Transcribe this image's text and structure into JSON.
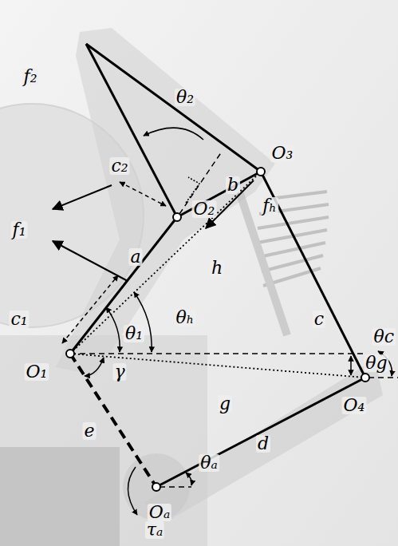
{
  "diagram": {
    "labels": [
      "f₂",
      "θ₂",
      "O₃",
      "c₂",
      "b",
      "O₂",
      "fₕ",
      "a",
      "h",
      "f₁",
      "c",
      "c₁",
      "θ₁",
      "θₕ",
      "O₁",
      "γ",
      "θg",
      "θc",
      "O₄",
      "g",
      "e",
      "d",
      "Oₐ",
      "θₐ",
      "τₐ"
    ]
  }
}
